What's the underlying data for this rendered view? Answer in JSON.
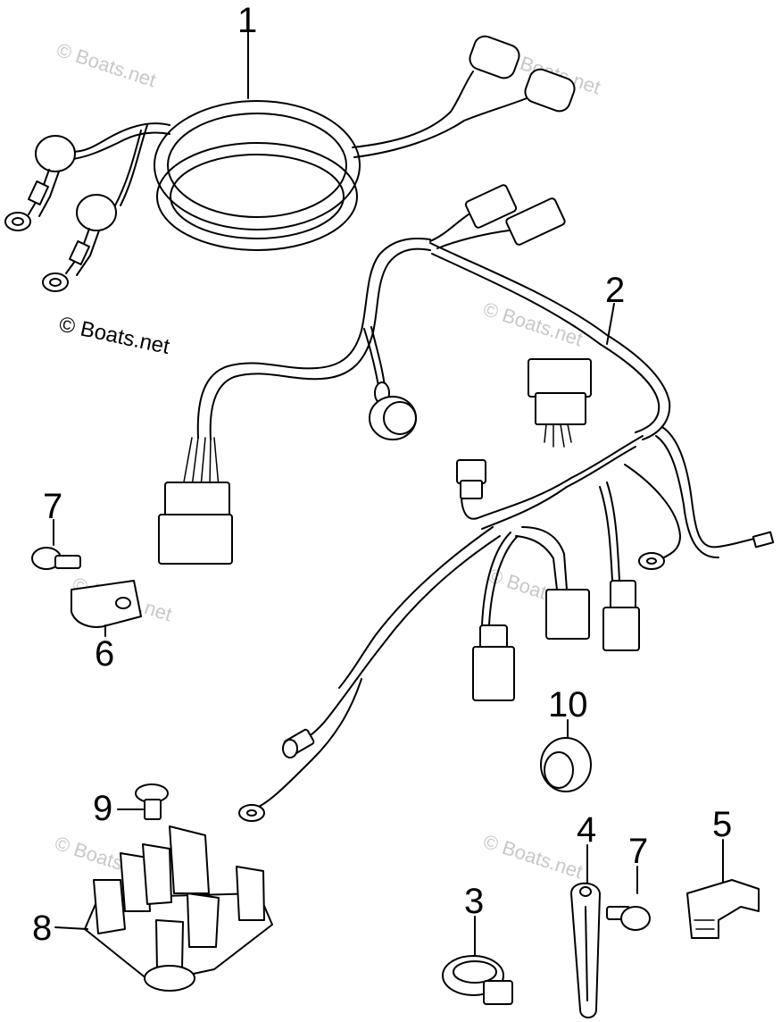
{
  "callouts": {
    "p1": "1",
    "p2": "2",
    "p3": "3",
    "p4": "4",
    "p5": "5",
    "p6": "6",
    "p7a": "7",
    "p7b": "7",
    "p8": "8",
    "p9": "9",
    "p10": "10"
  },
  "copyright": "© Boats.net",
  "watermark": "© Boats.net"
}
